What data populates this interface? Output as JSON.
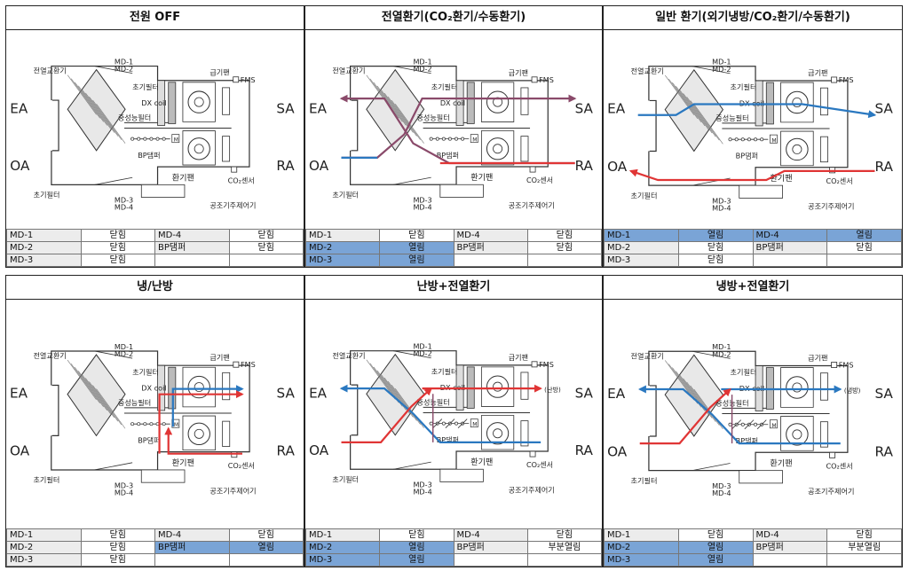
{
  "labels": {
    "ea": "EA",
    "oa": "OA",
    "sa": "SA",
    "ra": "RA",
    "md1": "MD-1",
    "md2": "MD-2",
    "md3": "MD-3",
    "md4": "MD-4",
    "heat_exchanger": "전열교환기",
    "pre_filter_top": "초기필터",
    "pre_filter_bottom": "초기필터",
    "supply_fan": "급기팬",
    "fms": "FMS",
    "dx_coil": "DX coil",
    "mid_filter": "중성능필터",
    "bp_damper": "BP댐퍼",
    "m": "M",
    "exhaust_fan": "환기팬",
    "co2_sensor": "CO₂센서",
    "controller": "공조기주제어기"
  },
  "colors": {
    "warm": "#e03535",
    "cool": "#2a78c0",
    "mixed": "#8a4a6a",
    "highlight": "#7aa4d6"
  },
  "panels": [
    {
      "title": "전원 OFF",
      "mode": "off",
      "note": "",
      "table": [
        [
          {
            "t": "MD-1"
          },
          {
            "t": "닫힘",
            "s": 1
          },
          {
            "t": "MD-4"
          },
          {
            "t": "닫힘",
            "s": 1
          }
        ],
        [
          {
            "t": "MD-2"
          },
          {
            "t": "닫힘",
            "s": 1
          },
          {
            "t": "BP댐퍼"
          },
          {
            "t": "닫힘",
            "s": 1
          }
        ],
        [
          {
            "t": "MD-3"
          },
          {
            "t": "닫힘",
            "s": 1
          },
          {
            "t": "",
            "e": 1
          },
          {
            "t": "",
            "e": 1
          }
        ]
      ]
    },
    {
      "title": "전열환기(CO₂환기/수동환기)",
      "mode": "erv",
      "note": "",
      "table": [
        [
          {
            "t": "MD-1"
          },
          {
            "t": "닫힘",
            "s": 1
          },
          {
            "t": "MD-4"
          },
          {
            "t": "닫힘",
            "s": 1
          }
        ],
        [
          {
            "t": "MD-2",
            "h": 1
          },
          {
            "t": "열림",
            "s": 1,
            "h": 1
          },
          {
            "t": "BP댐퍼"
          },
          {
            "t": "닫힘",
            "s": 1
          }
        ],
        [
          {
            "t": "MD-3",
            "h": 1
          },
          {
            "t": "열림",
            "s": 1,
            "h": 1
          },
          {
            "t": "",
            "e": 1
          },
          {
            "t": "",
            "e": 1
          }
        ]
      ]
    },
    {
      "title": "일반 환기(외기냉방/CO₂환기/수동환기)",
      "mode": "bypass",
      "note": "",
      "table": [
        [
          {
            "t": "MD-1",
            "h": 1
          },
          {
            "t": "열림",
            "s": 1,
            "h": 1
          },
          {
            "t": "MD-4",
            "h": 1
          },
          {
            "t": "열림",
            "s": 1,
            "h": 1
          }
        ],
        [
          {
            "t": "MD-2"
          },
          {
            "t": "닫힘",
            "s": 1
          },
          {
            "t": "BP댐퍼"
          },
          {
            "t": "닫힘",
            "s": 1
          }
        ],
        [
          {
            "t": "MD-3"
          },
          {
            "t": "닫힘",
            "s": 1
          },
          {
            "t": "",
            "e": 1
          },
          {
            "t": "",
            "e": 1
          }
        ]
      ]
    },
    {
      "title": "냉/난방",
      "mode": "recirc",
      "note": "",
      "table": [
        [
          {
            "t": "MD-1"
          },
          {
            "t": "닫힘",
            "s": 1
          },
          {
            "t": "MD-4"
          },
          {
            "t": "닫힘",
            "s": 1
          }
        ],
        [
          {
            "t": "MD-2"
          },
          {
            "t": "닫힘",
            "s": 1
          },
          {
            "t": "BP댐퍼",
            "h": 1
          },
          {
            "t": "열림",
            "s": 1,
            "h": 1
          }
        ],
        [
          {
            "t": "MD-3"
          },
          {
            "t": "닫힘",
            "s": 1
          },
          {
            "t": "",
            "e": 1
          },
          {
            "t": "",
            "e": 1
          }
        ]
      ]
    },
    {
      "title": "난방+전열환기",
      "mode": "heat_erv",
      "note": "(난방)",
      "table": [
        [
          {
            "t": "MD-1"
          },
          {
            "t": "닫힘",
            "s": 1
          },
          {
            "t": "MD-4"
          },
          {
            "t": "닫힘",
            "s": 1
          }
        ],
        [
          {
            "t": "MD-2",
            "h": 1
          },
          {
            "t": "열림",
            "s": 1,
            "h": 1
          },
          {
            "t": "BP댐퍼"
          },
          {
            "t": "부분열림",
            "s": 1
          }
        ],
        [
          {
            "t": "MD-3",
            "h": 1
          },
          {
            "t": "열림",
            "s": 1,
            "h": 1
          },
          {
            "t": "",
            "e": 1
          },
          {
            "t": "",
            "e": 1
          }
        ]
      ]
    },
    {
      "title": "냉방+전열환기",
      "mode": "cool_erv",
      "note": "(냉방)",
      "table": [
        [
          {
            "t": "MD-1"
          },
          {
            "t": "닫힘",
            "s": 1
          },
          {
            "t": "MD-4"
          },
          {
            "t": "닫힘",
            "s": 1
          }
        ],
        [
          {
            "t": "MD-2",
            "h": 1
          },
          {
            "t": "열림",
            "s": 1,
            "h": 1
          },
          {
            "t": "BP댐퍼"
          },
          {
            "t": "부분열림",
            "s": 1
          }
        ],
        [
          {
            "t": "MD-3",
            "h": 1
          },
          {
            "t": "열림",
            "s": 1,
            "h": 1
          },
          {
            "t": "",
            "e": 1
          },
          {
            "t": "",
            "e": 1
          }
        ]
      ]
    }
  ]
}
